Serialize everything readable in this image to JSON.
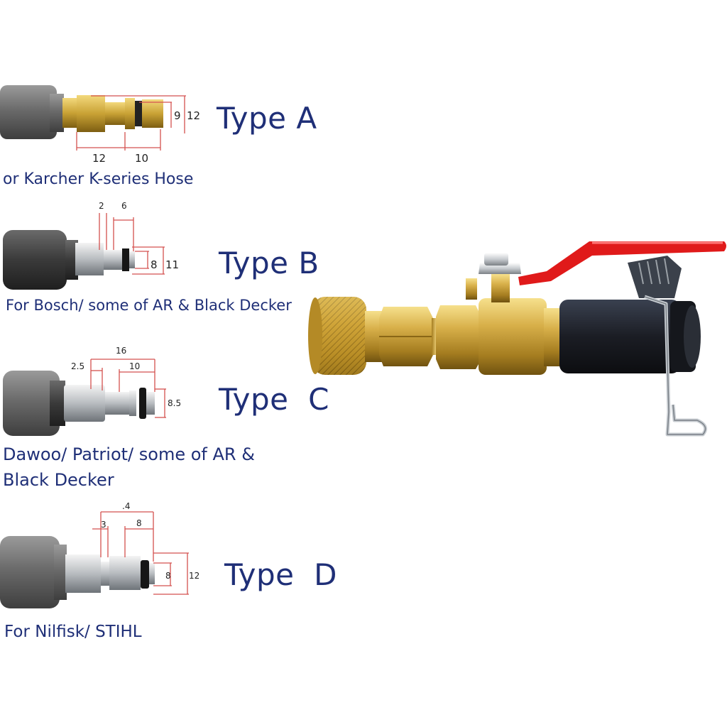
{
  "connectors": [
    {
      "title": "Type A",
      "description": "or Karcher K-series Hose",
      "dimensions": [
        "9",
        "12",
        "12",
        "10"
      ]
    },
    {
      "title": "Type B",
      "description": "For Bosch/ some of AR & Black Decker",
      "dimensions": [
        "2",
        "6",
        "8",
        "11"
      ]
    },
    {
      "title": "Type  C",
      "description_lines": [
        "Dawoo/ Patriot/ some of AR &",
        "Black Decker"
      ],
      "dimensions": [
        "16",
        "2.5",
        "10",
        "8.5"
      ]
    },
    {
      "title": "Type  D",
      "description": "For Nilfisk/ STIHL",
      "dimensions": [
        ".4",
        "3",
        "8",
        "8",
        "12"
      ]
    }
  ],
  "colors": {
    "title_text": "#1f2f77",
    "dimension_lines": "#d4504f",
    "brass": "#c9a235",
    "hose_gray": "#6e6e6e",
    "lever_red": "#e01a1a",
    "adapter_black": "#1b1d24"
  },
  "icons": [
    "hose-fitting-illustration",
    "adapter-valve-illustration"
  ]
}
